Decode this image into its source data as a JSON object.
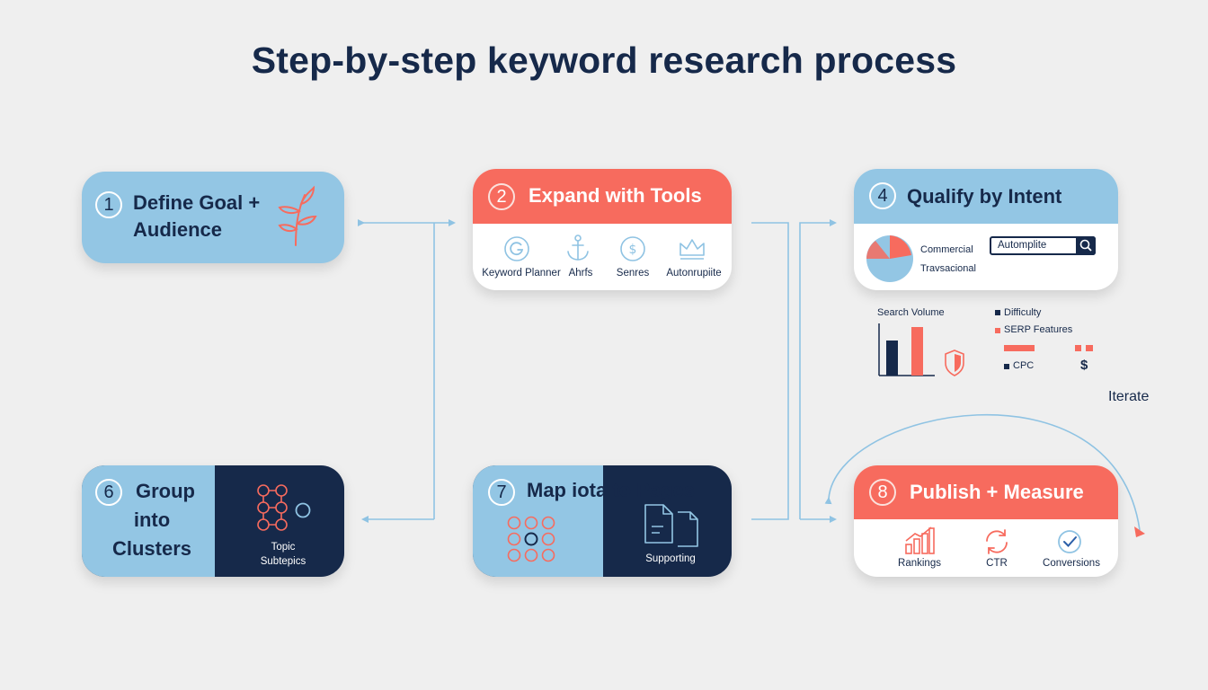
{
  "title": "Step-by-step keyword research process",
  "colors": {
    "blue": "#93c6e4",
    "coral": "#f76b5e",
    "navy": "#16294a",
    "line": "#8fc3e3",
    "bg": "#efefef"
  },
  "steps": {
    "s1": {
      "num": "1",
      "title_line1": "Define Goal +",
      "title_line2": "Audience",
      "icon": "plant-icon"
    },
    "s2": {
      "num": "2",
      "title": "Expand with Tools",
      "tools": [
        {
          "icon": "google-g-icon",
          "label": "Keyword Planner"
        },
        {
          "icon": "anchor-icon",
          "label": "Ahrfs"
        },
        {
          "icon": "dollar-circle-icon",
          "label": "Senres"
        },
        {
          "icon": "crown-icon",
          "label": "Autonrupiite"
        }
      ]
    },
    "s4": {
      "num": "4",
      "title": "Qualify by Intent",
      "intent1": "Commercial",
      "intent2": "Travsacional",
      "search_value": "Automplite"
    },
    "s6": {
      "num": "6",
      "title_line1": "Group",
      "title_line2": "into",
      "title_line3": "Clusters",
      "topic": "Topic",
      "subtopics": "Subtepics"
    },
    "s7": {
      "num": "7",
      "title": "Map iota to Pages",
      "supporting": "Supporting"
    },
    "s8": {
      "num": "8",
      "title": "Publish + Measure",
      "metrics": [
        {
          "icon": "rankings-chart-icon",
          "label": "Rankings"
        },
        {
          "icon": "refresh-cycle-icon",
          "label": "CTR"
        },
        {
          "icon": "check-circle-icon",
          "label": "Conversions"
        }
      ]
    }
  },
  "metrics_panel": {
    "search_volume": "Search Volume",
    "difficulty": "Difficulty",
    "serp_features": "SERP Features",
    "cpc": "CPC",
    "dollar": "$"
  },
  "iterate_label": "Iterate"
}
